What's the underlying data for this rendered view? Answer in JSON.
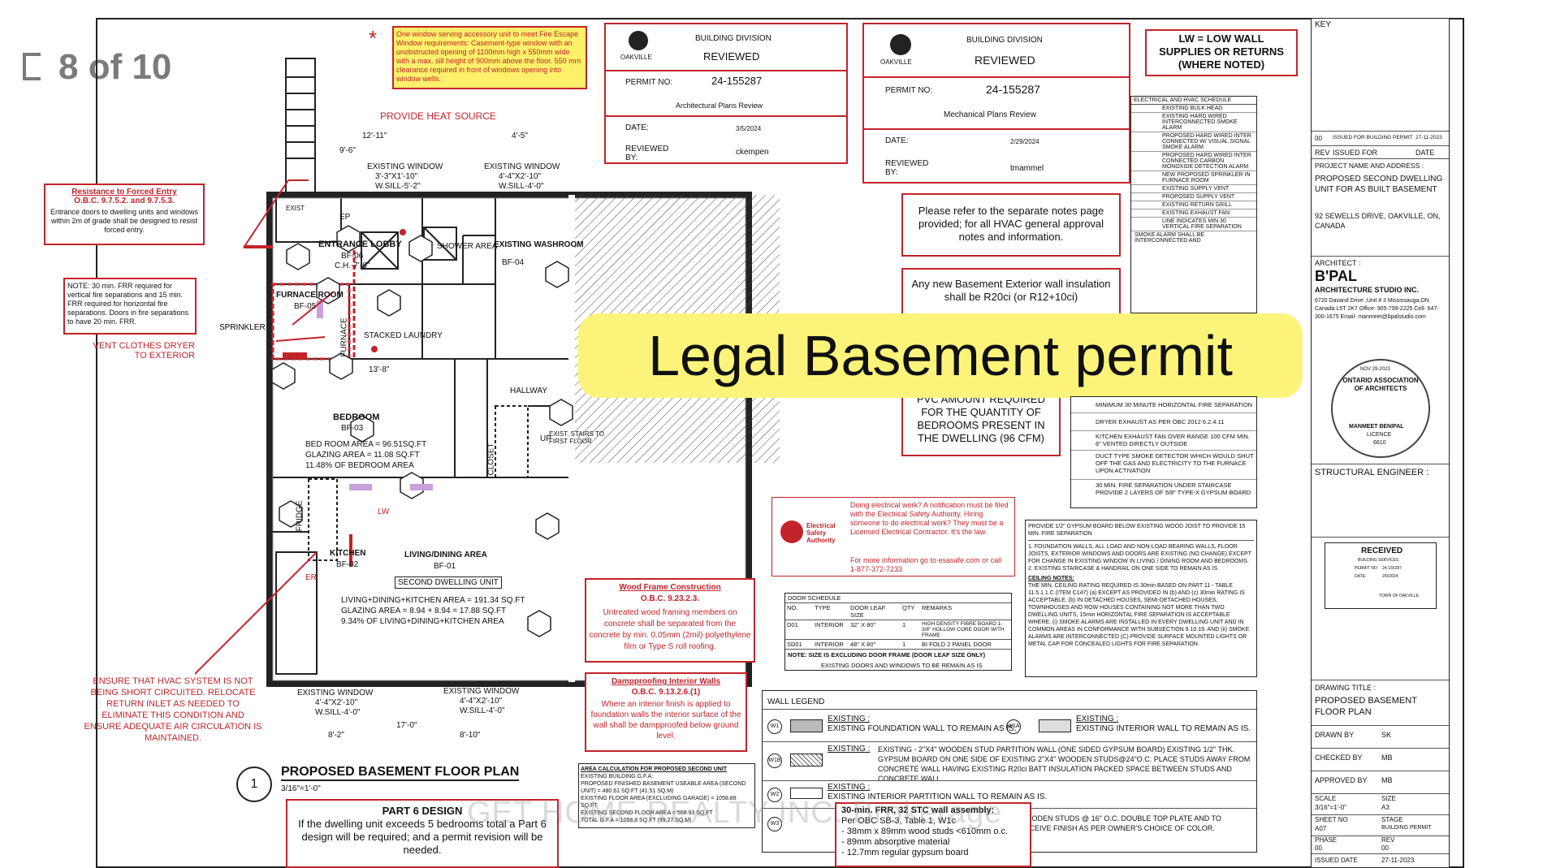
{
  "viewer": {
    "page_counter": "8 of 10"
  },
  "banner": {
    "text": "Legal Basement permit"
  },
  "fire_escape_note": "One window serving accessory unit to meet Fire Escape Window requirements: Casement-type window with an unobstructed opening of 1100mm high x 550mm wide with a max. sill height of 900mm above the floor. 550 mm clearance required in front of windows opening into window wells.",
  "reviews": [
    {
      "division": "BUILDING DIVISION",
      "status": "REVIEWED",
      "logo": "OAKVILLE",
      "permit_label": "PERMIT NO:",
      "permit_no": "24-155287",
      "review_type": "Architectural Plans Review",
      "date_label": "DATE:",
      "date": "3/5/2024",
      "reviewed_by_label": "REVIEWED BY:",
      "reviewed_by": "ckempen"
    },
    {
      "division": "BUILDING DIVISION",
      "status": "REVIEWED",
      "logo": "OAKVILLE",
      "permit_label": "PERMIT NO:",
      "permit_no": "24-155287",
      "review_type": "Mechanical Plans Review",
      "date_label": "DATE:",
      "date": "2/29/2024",
      "reviewed_by_label": "REVIEWED BY:",
      "reviewed_by": "tmammel"
    }
  ],
  "lw_note": [
    "LW = LOW WALL",
    "SUPPLIES OR RETURNS",
    "(WHERE NOTED)"
  ],
  "hvac_note": "Please refer to the separate notes page provided; for all HVAC general approval notes and information.",
  "insulation_note": "Any new Basement Exterior wall insulation shall be R20ci (or R12+10ci)",
  "pvc_note": "PVC AMOUNT REQUIRED FOR THE QUANTITY OF BEDROOMS PRESENT IN THE DWELLING (96 CFM)",
  "forced_entry": {
    "title": "Resistance to Forced Entry",
    "code": "O.B.C. 9.7.5.2. and 9.7.5.3.",
    "body": "Entrance doors to dwelling units and windows within 2m of grade shall be designed to resist forced entry."
  },
  "frr_note": "NOTE: 30 min. FRR required for vertical fire separations and 15 min. FRR required for horizontal fire separations. Doors in fire separations to have 20 min. FRR.",
  "plan_labels": {
    "heat_source": "PROVIDE HEAT SOURCE",
    "vent_dryer": "VENT CLOTHES DRYER TO EXTERIOR",
    "sprinkler": "SPRINKLER",
    "hvac_warning": "ENSURE THAT HVAC SYSTEM IS NOT BEING SHORT CIRCUITED. RELOCATE RETURN INLET AS NEEDED TO ELIMINATE THIS CONDITION AND ENSURE ADEQUATE AIR CIRCULATION IS MAINTAINED.",
    "entrance_lobby": "ENTRANCE LOBBY",
    "entrance_code": "BF-06",
    "entrance_ch": "C.H.-7'-6\"",
    "washroom": "EXISTING WASHROOM",
    "washroom_code": "BF-04",
    "shower": "SHOWER AREA",
    "furnace_room": "FURNACE ROOM",
    "furnace_code": "BF-05",
    "furnace": "FURNACE",
    "stacked": "STACKED LAUNDRY",
    "bedroom": "BEDROOM",
    "bedroom_code": "BF-03",
    "bedroom_area": "BED ROOM AREA = 96.51SQ.FT",
    "bedroom_glazing": "GLAZING AREA = 11.08 SQ.FT",
    "bedroom_pct": "11.48% OF BEDROOM AREA",
    "hallway": "HALLWAY",
    "closet": "CLOSET",
    "stairs": "EXIST. STAIRS TO FIRST FLOOR",
    "up": "UP",
    "kitchen": "KITCHEN",
    "kitchen_code": "BF-02",
    "fridge": "FRIDGE",
    "living": "LIVING/DINING AREA",
    "living_code": "BF-01",
    "second_unit": "SECOND DWELLING UNIT",
    "living_area": "LIVING+DINING+KITCHEN AREA = 191.34 SQ.FT",
    "living_glazing": "GLAZING AREA = 8.94 + 8.94 = 17.88 SQ.FT",
    "living_pct": "9.34% OF LIVING+DINING+KITCHEN AREA",
    "existing_window": "EXISTING WINDOW",
    "win1": "3'-3\"X1'-10\"",
    "sill1": "W.SILL-5'-2\"",
    "win2": "4'-4\"X2'-10\"",
    "sill2": "W.SILL-4'-0\"",
    "win3": "4'-4\"X2'-10\"",
    "sill3": "W.SILL-4'-0\"",
    "win4": "4'-4\"X2'-10\"",
    "sill4": "W.SILL-4'-0\"",
    "dim_top1": "12'-11\"",
    "dim_top2": "4'-5\"",
    "dim_top3": "9'-6\"",
    "dim_mid": "13'-8\"",
    "dim_bot1": "8'-2\"",
    "dim_bot2": "17'-0\"",
    "dim_bot3": "8'-10\"",
    "lw": "LW",
    "ep": "EP",
    "exist": "EXIST",
    "er": "ER"
  },
  "plan_title": {
    "number": "1",
    "name": "PROPOSED BASEMENT FLOOR PLAN",
    "scale": "3/16\"=1'-0\""
  },
  "part6": {
    "title": "PART 6 DESIGN",
    "body": "If the dwelling unit exceeds 5 bedrooms total a Part 6 design will be required; and a permit revision will be needed."
  },
  "esa": {
    "org": "Electrical Safety Authority",
    "body": "Doing electrical work? A notification must be filed with the Electrical Safety Authority. Hiring someone to do electrical work? They must be a Licensed Electrical Contractor. It's the law.",
    "more": "For more information go to esasafe.com or call 1-877-372-7233"
  },
  "wood_frame": {
    "title": "Wood Frame Construction",
    "code": "O.B.C. 9.23.2.3.",
    "body": "Untreated wood framing members on concrete shall be separated from the concrete by min. 0.05mm (2mil) polyethylene film or Type S roll roofing."
  },
  "dampproofing": {
    "title": "Dampproofing Interior Walls",
    "code": "O.B.C. 9.13.2.6.(1)",
    "body": "Where an interior finish is applied to foundation walls the interior surface of the wall shall be dampproofed below ground level."
  },
  "gypsum_note": "PROVIDE 1/2\" GYPSUM BOARD BELOW EXISTING WOOD JOIST TO PROVIDE 15 MIN. FIRE SEPARATION",
  "general_notes": "1. FOUNDATION WALLS, ALL LOAD AND NON-LOAD BEARING WALLS, FLOOR JOISTS, EXTERIOR WINDOWS AND DOORS ARE EXISTING (NO CHANGE) EXCEPT FOR CHANGE IN EXISTING WINDOW IN LIVING / DINING ROOM AND BEDROOMS. 2. EXISTING STAIRCASE & HANDRAIL ON ONE SIDE TO REMAIN AS IS",
  "ceiling_notes_title": "CEILING NOTES:",
  "ceiling_notes": "THE MIN. CEILING RATING REQUIRED IS 30min BASED ON PART 11 - TABLE 11.5.1.1.C (ITEM C147) (a) EXCEPT AS PROVIDED IN (b) AND (c) 30min RATING IS ACCEPTABLE. (b) IN DETACHED HOUSES, SEMI-DETACHED HOUSES, TOWNHOUSES AND ROW HOUSES CONTAINING NOT MORE THAN TWO DWELLING UNITS, 15min HORIZONTAL FIRE SEPARATION IS ACCEPTABLE WHERE, (i) SMOKE ALARMS ARE INSTALLED IN EVERY DWELLING UNIT AND IN COMMON AREAS IN CONFORMANCE WITH SUBSECTION 9.10.19. AND (ii) SMOKE ALARMS ARE INTERCONNECTED (C) PROVIDE SURFACE MOUNTED LIGHTS OR METAL CAP FOR CONCEALED LIGHTS FOR FIRE SEPARATION.",
  "door_schedule": {
    "title": "DOOR SCHEDULE",
    "headers": [
      "NO.",
      "TYPE",
      "DOOR LEAF SIZE",
      "QTY",
      "REMARKS"
    ],
    "rows": [
      [
        "D01",
        "INTERIOR",
        "32\" X 80\"",
        "1",
        "HIGH DENSITY FIBRE BOARD 1-3/8\" HOLLOW CORE DOOR WITH FRAME"
      ],
      [
        "SD01",
        "INTERIOR",
        "48\" X 80\"",
        "1",
        "BI FOLD 2 PANEL DOOR"
      ]
    ],
    "note": "NOTE: SIZE IS EXCLUDING DOOR FRAME (DOOR LEAF SIZE ONLY)",
    "exist_note": "EXISTING DOORS AND WINDOWS TO BE REMAIN AS IS"
  },
  "electrical_schedule": {
    "title": "ELECTRICAL AND HVAC SCHEDULE",
    "items": [
      "EXISTING BULK HEAD",
      "EXISTING HARD WIRED INTERCONNECTED SMOKE ALARM",
      "PROPOSED HARD WIRED INTER CONNECTED W/ VISUAL SIGNAL SMOKE ALARM",
      "PROPOSED HARD WIRED INTER CONNECTED CARBON MONOXIDE DETECTION ALARM",
      "NEW PROPOSED SPRINKLER IN FURNACE ROOM",
      "EXISTING SUPPLY VENT",
      "PROPOSED SUPPLY VENT",
      "EXISTING RETURN GRILL",
      "EXISTING EXHAUST FAN",
      "LINE INDICATES MIN 30 VERTICAL FIRE SEPARATION",
      "SMOKE ALARM SHALL BE INTERCONNECTED AND"
    ]
  },
  "keynotes": [
    "MINIMUM 30 MINUTE HORIZONTAL FIRE SEPARATION",
    "DRYER EXHAUST AS PER OBC 2012 6.2.4.11",
    "KITCHEN EXHAUST FAN OVER RANGE 100 CFM MIN. 6\" VENTED DIRECTLY OUTSIDE",
    "DUCT TYPE SMOKE DETECTOR WHICH WOULD SHUT OFF THE GAS AND ELECTRICITY TO THE FURNACE UPON ACTIVATION",
    "30 MIN. FIRE SEPARATION UNDER STAIRCASE PROVIDE 2 LAYERS OF 5/8\" TYPE-X GYPSUM BOARD"
  ],
  "wall_legend": {
    "title": "WALL LEGEND",
    "rows": [
      {
        "tag": "W1",
        "label": "EXISTING :",
        "text": "EXISTING FOUNDATION WALL TO REMAIN AS IS.",
        "tag2": "W1A",
        "label2": "EXISTING :",
        "text2": "EXISTING INTERIOR WALL TO REMAIN AS IS."
      },
      {
        "tag": "W1B",
        "label": "EXISTING :",
        "text": "EXISTING - 2\"X4\" WOODEN STUD PARTITION WALL (ONE SIDED GYPSUM BOARD) EXISTING 1/2\" THK. GYPSUM BOARD ON ONE SIDE OF EXISTING 2\"X4\" WOODEN STUDS@24\"O.C. PLACE STUDS AWAY FROM CONCRETE WALL HAVING EXISTING R20ci BATT INSULATION PACKED SPACE BETWEEN STUDS AND CONCRETE WALL."
      },
      {
        "tag": "W2",
        "label": "EXISTING :",
        "text": "EXISTING INTERIOR PARTITION WALL TO REMAIN AS IS."
      },
      {
        "tag": "W3",
        "label": "",
        "text": "WOODEN STUDS @ 16\" O.C. DOUBLE TOP PLATE AND TO RECEIVE FINISH AS PER OWNER'S CHOICE OF COLOR."
      }
    ]
  },
  "area_calc": {
    "title": "AREA CALCULATION FOR PROPOSED SECOND UNIT",
    "lines": [
      "EXISTING BUILDING G.F.A:",
      "PROPOSED FINISHED BASEMENT USEABLE AREA (SECOND UNIT) = 480.61 SQ.FT (41.51 SQ.M)",
      "EXISTING FLOOR AREA (EXCLUDING GARAGE) = 1058.88 SQ.FT",
      "EXISTING SECOND FLOOR AREA = 568.93 SQ.FT",
      "TOTAL G.F.A = 1058.8 SQ.FT (99.27 SQ.M)"
    ]
  },
  "frr_assembly": {
    "title": "30-min. FRR, 32 STC wall assembly:",
    "lines": [
      "Per OBC SB-3, Table 1, W1c",
      "- 38mm x 89mm wood studs <610mm o.c.",
      "- 89mm absorptive material",
      "- 12.7mm regular gypsum board"
    ]
  },
  "title_block": {
    "key": "KEY",
    "issues": [
      [
        "00",
        "ISSUED FOR BUILDING PERMIT",
        "27-11-2023"
      ]
    ],
    "rev_header": [
      "REV",
      "ISSUED FOR",
      "DATE"
    ],
    "project_label": "PROJECT NAME AND ADDRESS :",
    "project_name": "PROPOSED SECOND DWELLING UNIT FOR AS BUILT BASEMENT",
    "address": "92 SEWELLS DRIVE, OAKVILLE, ON, CANADA",
    "architect_label": "ARCHITECT :",
    "architect_name": "B'PAL",
    "architect_firm": "ARCHITECTURE STUDIO INC.",
    "architect_addr": "6720 Davand Drive ,Unit # 3 Mississauga,ON Canada L5T 2K7 Office: 905-799-2225 Cell- 647-300-1675 Email- manmeet@bpalstudio.com",
    "seal": {
      "org": "ONTARIO ASSOCIATION OF ARCHITECTS",
      "date": "NOV 29-2023",
      "name": "MANMEET BENIPAL",
      "licence": "LICENCE",
      "number": "6610"
    },
    "structural_label": "STRUCTURAL ENGINEER :",
    "received": {
      "title": "RECEIVED",
      "dept": "BUILDING SERVICES",
      "permit_label": "PERMIT NO:",
      "permit_no": "24-155287",
      "date_label": "DATE:",
      "date": "2/9/2024",
      "town": "TOWN OF OAKVILLE"
    },
    "drawing_title_label": "DRAWING TITLE :",
    "drawing_title": "PROPOSED BASEMENT FLOOR PLAN",
    "drawn_by_label": "DRAWN BY",
    "drawn_by": "SK",
    "checked_by_label": "CHECKED BY",
    "checked_by": "MB",
    "approved_by_label": "APPROVED BY",
    "approved_by": "MB",
    "scale_label": "SCALE",
    "scale": "3/16\"=1'-0\"",
    "size_label": "SIZE",
    "size": "A3",
    "sheet_label": "SHEET NO",
    "sheet": "A07",
    "stage_label": "STAGE",
    "stage": "BUILDING PERMIT",
    "phase_label": "PHASE",
    "phase": "00",
    "rev_label": "REV",
    "rev": "00",
    "issued_label": "ISSUED DATE",
    "issued": "27-11-2023"
  },
  "watermark": "GET HOME REALTY INC. Brokerage"
}
